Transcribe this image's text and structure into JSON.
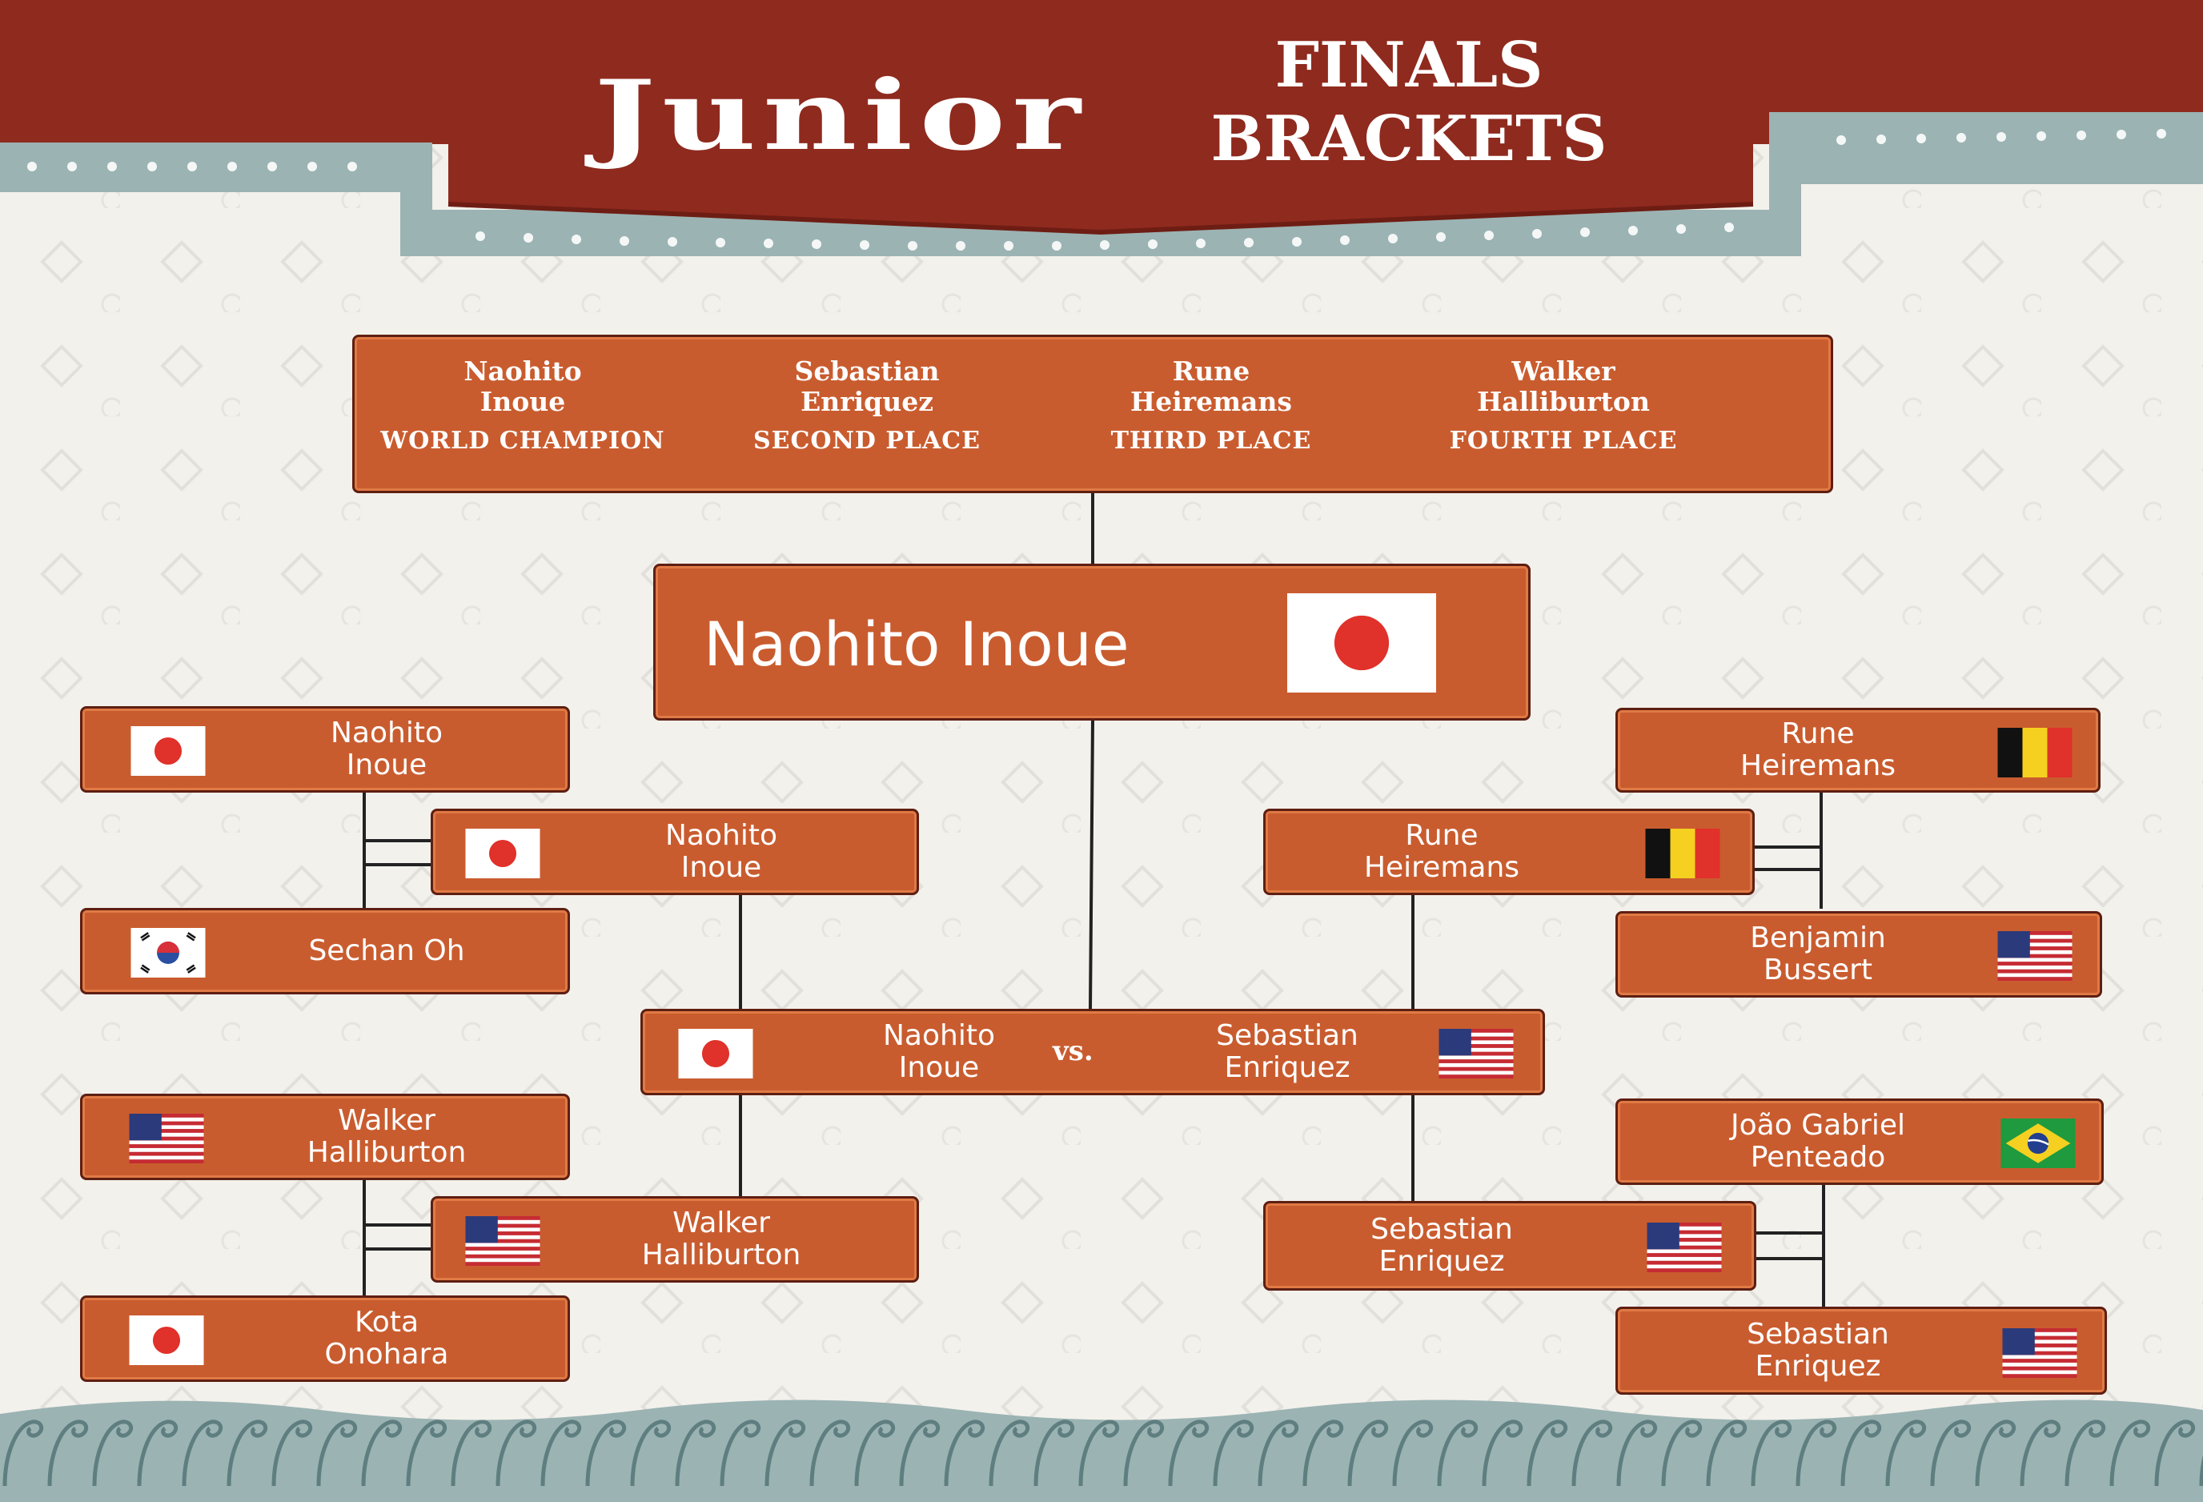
{
  "header": {
    "title_main": "Junior",
    "title_line1": "FINALS",
    "title_line2": "BRACKETS"
  },
  "colors": {
    "banner": "#8f2a1e",
    "box": "#c95c2f",
    "border": "#5e1f12",
    "teal": "#9bb3b3",
    "background": "#f3f1ec"
  },
  "standings": [
    {
      "name": "Naohito\nInoue",
      "place": "WORLD CHAMPION"
    },
    {
      "name": "Sebastian\nEnriquez",
      "place": "SECOND PLACE"
    },
    {
      "name": "Rune\nHeiremans",
      "place": "THIRD PLACE"
    },
    {
      "name": "Walker\nHalliburton",
      "place": "FOURTH PLACE"
    }
  ],
  "champion": {
    "name": "Naohito Inoue",
    "flag": "japan-flag-icon"
  },
  "final": {
    "left": {
      "name": "Naohito\nInoue",
      "flag": "japan-flag-icon"
    },
    "vs": "vs.",
    "right": {
      "name": "Sebastian\nEnriquez",
      "flag": "usa-flag-icon"
    }
  },
  "left_side": {
    "top_match": [
      {
        "name": "Naohito\nInoue",
        "flag": "japan-flag-icon"
      },
      {
        "name": "Sechan Oh",
        "flag": "south-korea-flag-icon"
      }
    ],
    "top_winner": {
      "name": "Naohito\nInoue",
      "flag": "japan-flag-icon"
    },
    "bottom_match": [
      {
        "name": "Walker\nHalliburton",
        "flag": "usa-flag-icon"
      },
      {
        "name": "Kota\nOnohara",
        "flag": "japan-flag-icon"
      }
    ],
    "bottom_winner": {
      "name": "Walker\nHalliburton",
      "flag": "usa-flag-icon"
    }
  },
  "right_side": {
    "top_match": [
      {
        "name": "Rune\nHeiremans",
        "flag": "belgium-flag-icon"
      },
      {
        "name": "Benjamin\nBussert",
        "flag": "usa-flag-icon"
      }
    ],
    "top_winner": {
      "name": "Rune\nHeiremans",
      "flag": "belgium-flag-icon"
    },
    "bottom_match": [
      {
        "name": "João Gabriel\nPenteado",
        "flag": "brazil-flag-icon"
      },
      {
        "name": "Sebastian\nEnriquez",
        "flag": "usa-flag-icon"
      }
    ],
    "bottom_winner": {
      "name": "Sebastian\nEnriquez",
      "flag": "usa-flag-icon"
    }
  }
}
